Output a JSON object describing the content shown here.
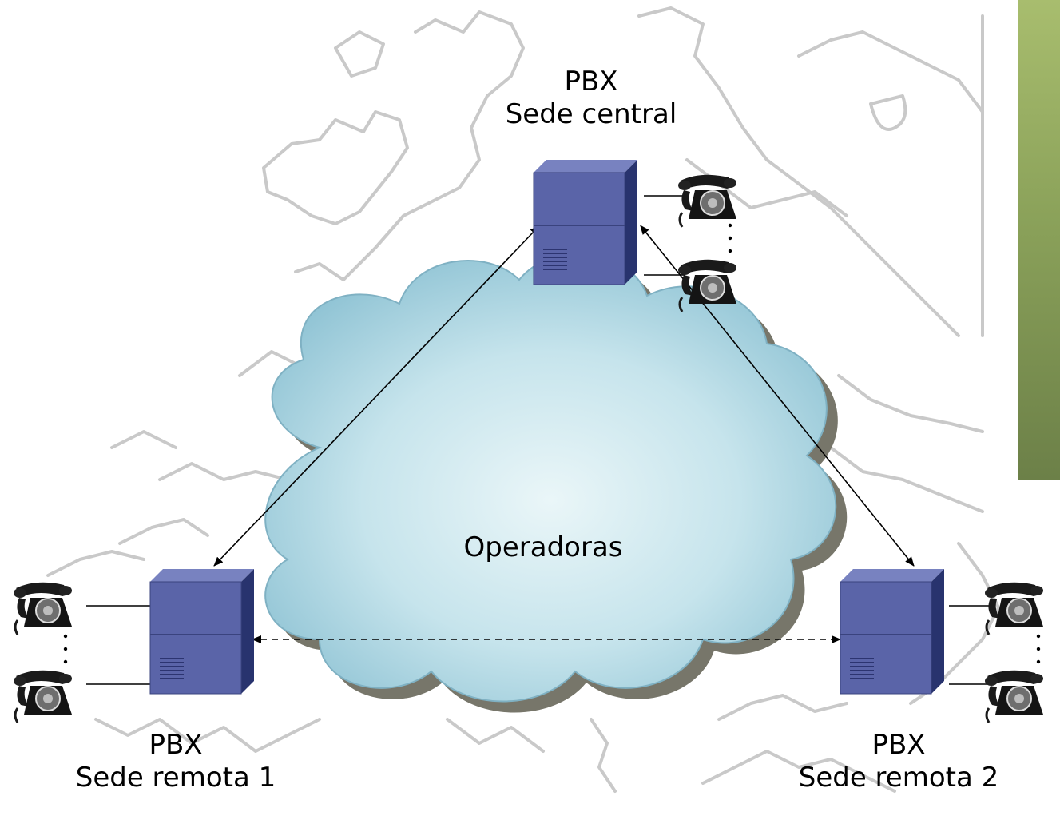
{
  "nodes": {
    "central": {
      "line1": "PBX",
      "line2": "Sede central"
    },
    "remote1": {
      "line1": "PBX",
      "line2": "Sede remota 1"
    },
    "remote2": {
      "line1": "PBX",
      "line2": "Sede remota 2"
    }
  },
  "cloud": {
    "label": "Operadoras"
  },
  "icons": {
    "server": "pbx-server-icon",
    "phone": "rotary-telephone-icon",
    "cloud": "network-cloud-icon",
    "map": "europe-map-background"
  },
  "colors": {
    "server_front": "#5a64a8",
    "server_side": "#28336e",
    "server_top": "#7882c0",
    "cloud_fill": "#b8dbe6",
    "cloud_shadow": "#77766a",
    "accent_bar": "#8ba25a",
    "map_lines": "#c9c9c9",
    "phone": "#1a1a1a"
  },
  "links": [
    {
      "from": "central",
      "to": "remote1",
      "style": "solid"
    },
    {
      "from": "central",
      "to": "remote2",
      "style": "solid"
    },
    {
      "from": "remote1",
      "to": "remote2",
      "style": "dashed"
    }
  ]
}
